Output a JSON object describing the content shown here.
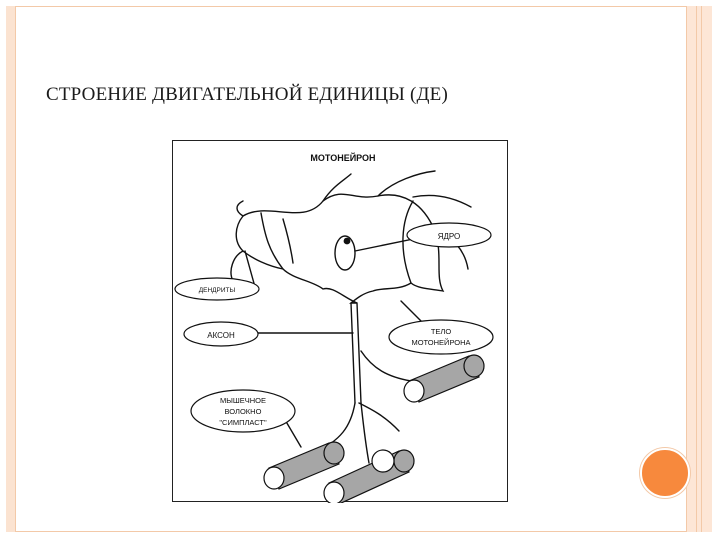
{
  "slide": {
    "title": "СТРОЕНИЕ ДВИГАТЕЛЬНОЙ ЕДИНИЦЫ (ДЕ)"
  },
  "diagram": {
    "heading": "МОТОНЕЙРОН",
    "labels": {
      "nucleus": "ЯДРО",
      "dendrites": "ДЕНДРИТЫ",
      "axon": "АКСОН",
      "body_line1": "ТЕЛО",
      "body_line2": "МОТОНЕЙРОНА",
      "fiber_line1": "МЫШЕЧНОЕ",
      "fiber_line2": "ВОЛОКНО",
      "fiber_line3": "\"СИМПЛАСТ\""
    }
  },
  "colors": {
    "accent": "#f7893d",
    "frame": "#f3c9a8",
    "fiber_fill": "#a6a6a6"
  }
}
